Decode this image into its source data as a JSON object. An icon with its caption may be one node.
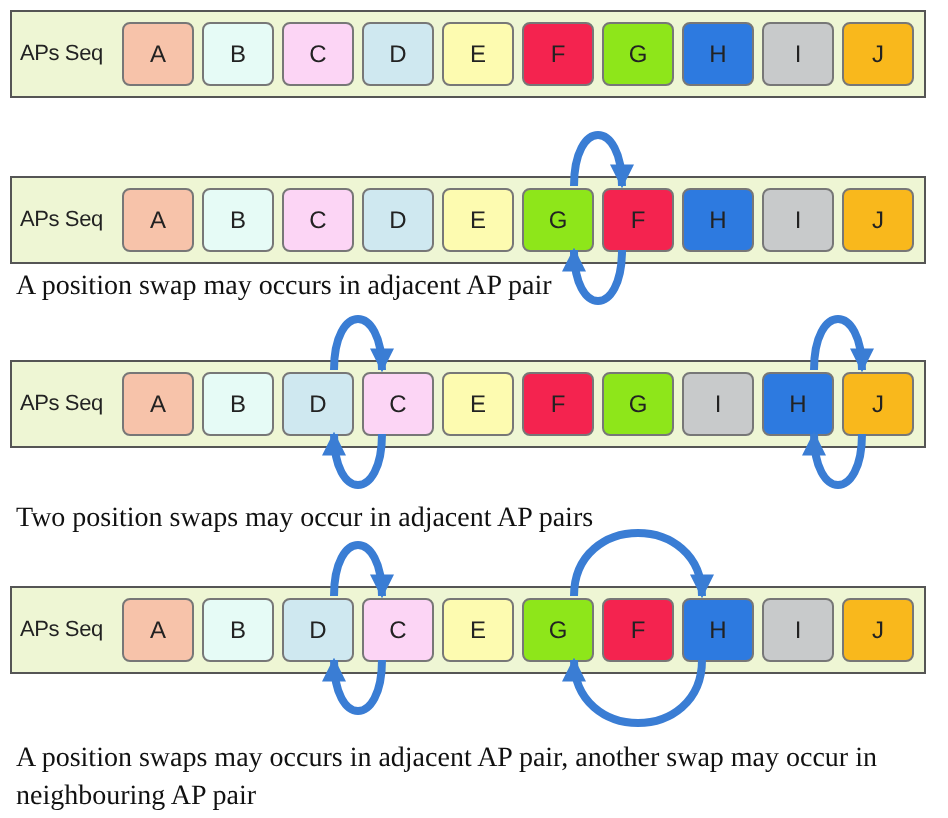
{
  "diagram": {
    "nodes": [
      {
        "text": [
          "APs Seq"
        ]
      },
      {
        "text": [
          "A"
        ],
        "in": 0
      },
      {
        "text": [
          "B"
        ],
        "in": 0
      },
      {
        "text": [
          "C"
        ],
        "in": 0
      },
      {
        "text": [
          "D"
        ],
        "in": 0
      },
      {
        "text": [
          "E"
        ],
        "in": 0
      },
      {
        "text": [
          "F"
        ],
        "in": 0
      },
      {
        "text": [
          "G"
        ],
        "in": 0
      },
      {
        "text": [
          "H"
        ],
        "in": 0
      },
      {
        "text": [
          "I"
        ],
        "in": 0
      },
      {
        "text": [
          "J"
        ],
        "in": 0
      },
      {
        "text": [
          "APs Seq"
        ],
        "beside": [
          "A position swap may occurs in adjacent AP pair"
        ]
      },
      {
        "text": [
          "A"
        ],
        "in": 11
      },
      {
        "text": [
          "B"
        ],
        "in": 11
      },
      {
        "text": [
          "C"
        ],
        "in": 11
      },
      {
        "text": [
          "D"
        ],
        "in": 11
      },
      {
        "text": [
          "E"
        ],
        "in": 11
      },
      {
        "text": [
          "G"
        ],
        "in": 11
      },
      {
        "text": [
          "F"
        ],
        "in": 11
      },
      {
        "text": [
          "H"
        ],
        "in": 11
      },
      {
        "text": [
          "I"
        ],
        "in": 11
      },
      {
        "text": [
          "J"
        ],
        "in": 11
      },
      {
        "text": [
          "APs Seq"
        ],
        "beside": [
          "Two position swaps may occur in adjacent AP pairs"
        ]
      },
      {
        "text": [
          "A"
        ],
        "in": 22
      },
      {
        "text": [
          "B"
        ],
        "in": 22
      },
      {
        "text": [
          "D"
        ],
        "in": 22
      },
      {
        "text": [
          "C"
        ],
        "in": 22
      },
      {
        "text": [
          "E"
        ],
        "in": 22
      },
      {
        "text": [
          "F"
        ],
        "in": 22
      },
      {
        "text": [
          "G"
        ],
        "in": 22
      },
      {
        "text": [
          "I"
        ],
        "in": 22
      },
      {
        "text": [
          "H"
        ],
        "in": 22
      },
      {
        "text": [
          "J"
        ],
        "in": 22
      },
      {
        "text": [
          "APs Seq"
        ],
        "beside": [
          "A position swaps may occurs in adjacent AP pair, another swap may occur in neighbouring AP pair"
        ]
      },
      {
        "text": [
          "A"
        ],
        "in": 33
      },
      {
        "text": [
          "B"
        ],
        "in": 33
      },
      {
        "text": [
          "D"
        ],
        "in": 33
      },
      {
        "text": [
          "C"
        ],
        "in": 33
      },
      {
        "text": [
          "E"
        ],
        "in": 33
      },
      {
        "text": [
          "G"
        ],
        "in": 33
      },
      {
        "text": [
          "F"
        ],
        "in": 33
      },
      {
        "text": [
          "H"
        ],
        "in": 33
      },
      {
        "text": [
          "I"
        ],
        "in": 33
      },
      {
        "text": [
          "J"
        ],
        "in": 33
      }
    ],
    "edges": [
      {
        "from": 17,
        "to": 18,
        "arrow": "to"
      },
      {
        "from": 18,
        "to": 17,
        "arrow": "to"
      },
      {
        "from": 25,
        "to": 26,
        "arrow": "to"
      },
      {
        "from": 26,
        "to": 25,
        "arrow": "to"
      },
      {
        "from": 31,
        "to": 32,
        "arrow": "to"
      },
      {
        "from": 32,
        "to": 31,
        "arrow": "to"
      },
      {
        "from": 36,
        "to": 37,
        "arrow": "to"
      },
      {
        "from": 37,
        "to": 36,
        "arrow": "to"
      },
      {
        "from": 39,
        "to": 41,
        "arrow": "to"
      },
      {
        "from": 41,
        "to": 39,
        "arrow": "to"
      }
    ]
  }
}
